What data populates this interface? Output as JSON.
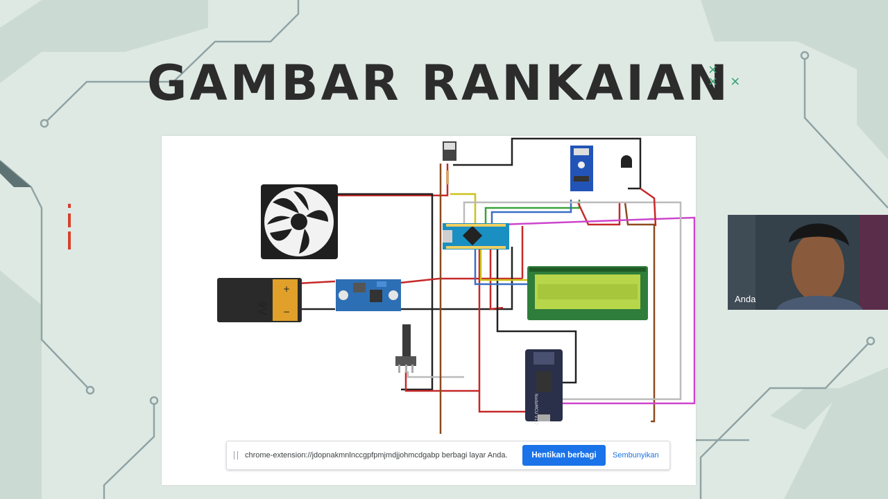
{
  "slide": {
    "title": "GAMBAR RANKAIAN"
  },
  "diagram": {
    "battery_label": "9V",
    "battery_plus": "+",
    "battery_minus": "−",
    "esp_label": "NodeMCU V1.0"
  },
  "webcam": {
    "name": "Anda"
  },
  "share_bar": {
    "message": "chrome-extension://jdopnakmnlnccgpfpmjmdjjohmcdgabp berbagi layar Anda.",
    "stop_label": "Hentikan berbagi",
    "hide_label": "Sembunyikan"
  },
  "colors": {
    "background": "#dfe9e4",
    "accent": "#1a73e8",
    "lcd": "#b7d64a"
  }
}
